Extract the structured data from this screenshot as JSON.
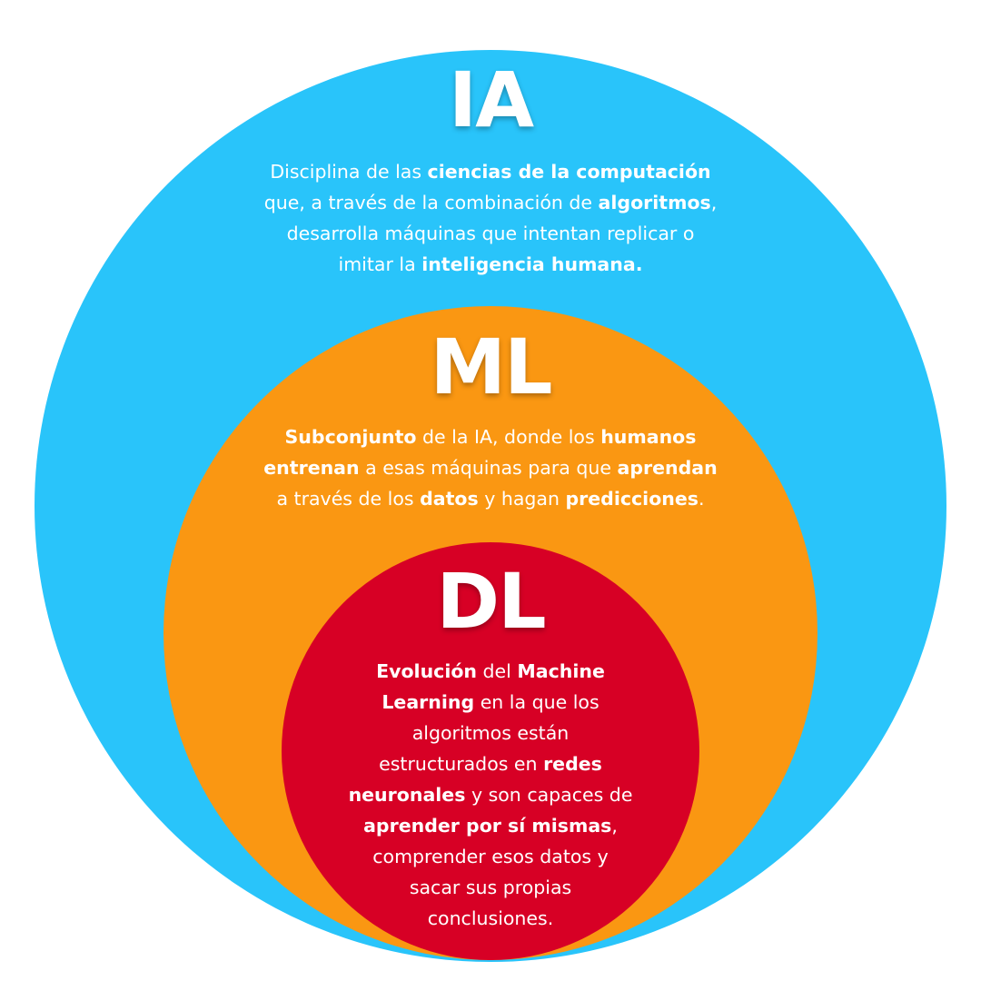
{
  "colors": {
    "ia": "#29C4FA",
    "ml": "#FA9712",
    "dl": "#D70025",
    "text": "#FFFFFF"
  },
  "ia": {
    "title": "IA",
    "lines": [
      [
        {
          "t": "Disciplina de las "
        },
        {
          "t": "ciencias de la computación",
          "b": true
        }
      ],
      [
        {
          "t": "que, a través de la combinación de "
        },
        {
          "t": "algoritmos",
          "b": true
        },
        {
          "t": ","
        }
      ],
      [
        {
          "t": "desarrolla máquinas que intentan replicar o"
        }
      ],
      [
        {
          "t": "imitar la "
        },
        {
          "t": "inteligencia humana.",
          "b": true
        }
      ]
    ]
  },
  "ml": {
    "title": "ML",
    "lines": [
      [
        {
          "t": "Subconjunto",
          "b": true
        },
        {
          "t": " de la IA, donde los "
        },
        {
          "t": "humanos",
          "b": true
        }
      ],
      [
        {
          "t": "entrenan",
          "b": true
        },
        {
          "t": " a esas máquinas para que "
        },
        {
          "t": "aprendan",
          "b": true
        }
      ],
      [
        {
          "t": "a través de los "
        },
        {
          "t": "datos",
          "b": true
        },
        {
          "t": " y hagan "
        },
        {
          "t": "predicciones",
          "b": true
        },
        {
          "t": "."
        }
      ]
    ]
  },
  "dl": {
    "title": "DL",
    "lines": [
      [
        {
          "t": "Evolución",
          "b": true
        },
        {
          "t": " del "
        },
        {
          "t": "Machine",
          "b": true
        }
      ],
      [
        {
          "t": "Learning",
          "b": true
        },
        {
          "t": " en la que los"
        }
      ],
      [
        {
          "t": "algoritmos están"
        }
      ],
      [
        {
          "t": "estructurados en "
        },
        {
          "t": "redes",
          "b": true
        }
      ],
      [
        {
          "t": "neuronales",
          "b": true
        },
        {
          "t": " y son capaces de"
        }
      ],
      [
        {
          "t": "aprender por sí mismas",
          "b": true
        },
        {
          "t": ","
        }
      ],
      [
        {
          "t": "comprender esos datos y"
        }
      ],
      [
        {
          "t": "sacar sus propias"
        }
      ],
      [
        {
          "t": "conclusiones."
        }
      ]
    ]
  }
}
